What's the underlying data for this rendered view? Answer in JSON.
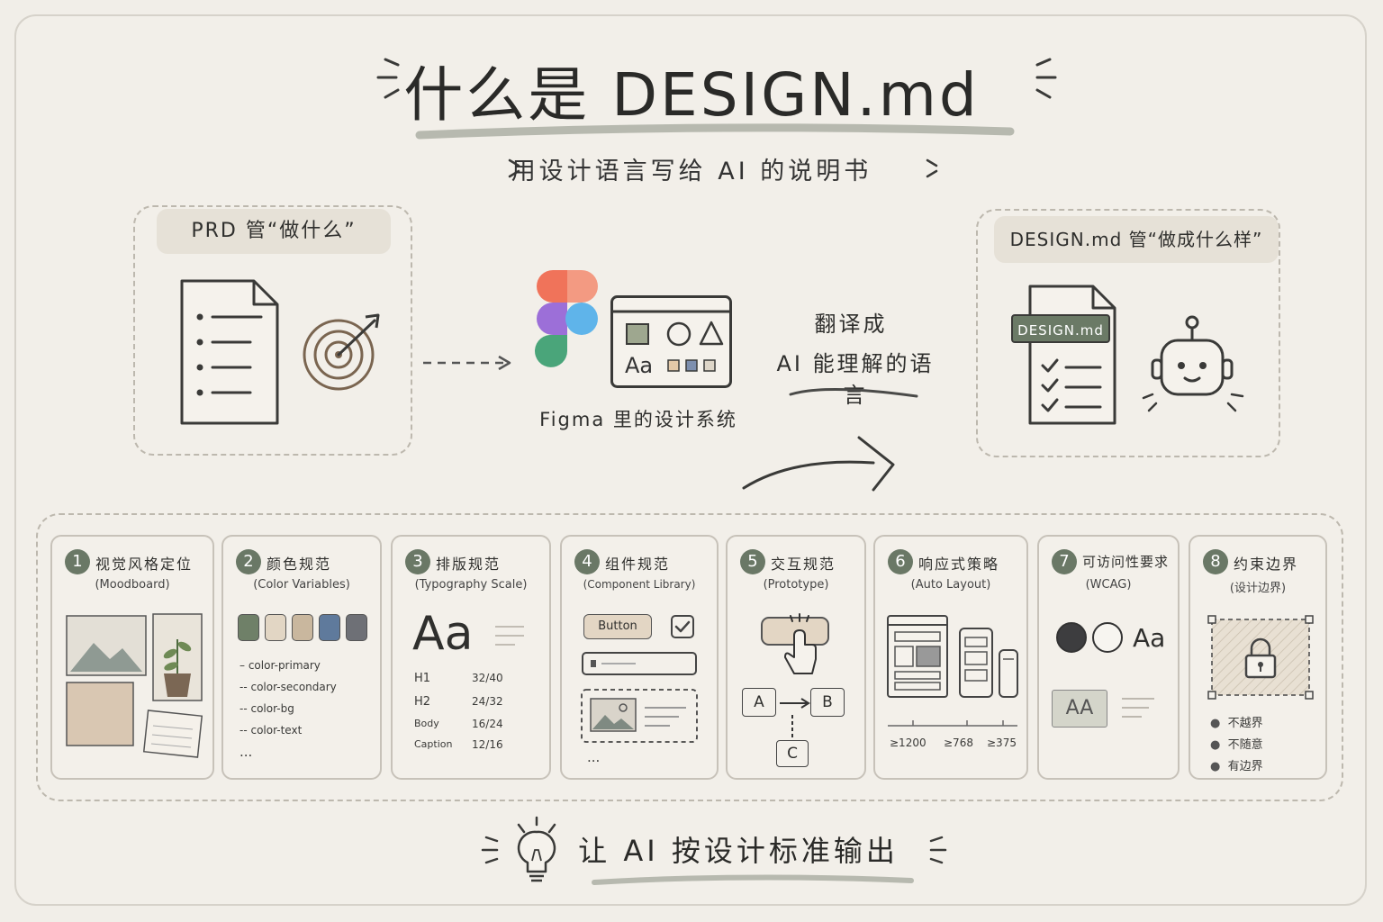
{
  "header": {
    "title": "什么是 DESIGN.md",
    "subtitle": "用设计语言写给 AI 的说明书"
  },
  "prd": {
    "label": "PRD 管“做什么”"
  },
  "figma": {
    "label": "Figma 里的设计系统",
    "aa": "Aa"
  },
  "translate": {
    "line1": "翻译成",
    "line2": "AI 能理解的语言"
  },
  "design": {
    "label": "DESIGN.md 管“做成什么样”",
    "doc_tag": "DESIGN.md"
  },
  "cards": [
    {
      "num": "1",
      "title": "视觉风格定位",
      "sub": "(Moodboard)"
    },
    {
      "num": "2",
      "title": "颜色规范",
      "sub": "(Color Variables)"
    },
    {
      "num": "3",
      "title": "排版规范",
      "sub": "(Typography Scale)"
    },
    {
      "num": "4",
      "title": "组件规范",
      "sub": "(Component Library)"
    },
    {
      "num": "5",
      "title": "交互规范",
      "sub": "(Prototype)"
    },
    {
      "num": "6",
      "title": "响应式策略",
      "sub": "(Auto Layout)"
    },
    {
      "num": "7",
      "title": "可访问性要求",
      "sub": "(WCAG)"
    },
    {
      "num": "8",
      "title": "约束边界",
      "sub": "(设计边界)"
    }
  ],
  "color_card": {
    "swatches": [
      "#6f8068",
      "#e2d6c4",
      "#c9b79e",
      "#5f7a9c",
      "#6e7076"
    ],
    "vars": [
      "color-primary",
      "color-secondary",
      "color-bg",
      "color-text"
    ],
    "ellipsis": "..."
  },
  "type_card": {
    "sample": "Aa",
    "rows": [
      {
        "name": "H1",
        "value": "32/40"
      },
      {
        "name": "H2",
        "value": "24/32"
      },
      {
        "name": "Body",
        "value": "16/24"
      },
      {
        "name": "Caption",
        "value": "12/16"
      }
    ]
  },
  "component_card": {
    "button_label": "Button",
    "ellipsis": "..."
  },
  "proto_card": {
    "a": "A",
    "b": "B",
    "c": "C"
  },
  "responsive_card": {
    "breakpoints": [
      "≥1200",
      "≥768",
      "≥375"
    ]
  },
  "a11y_card": {
    "aa_large": "Aa",
    "aa_box": "AA"
  },
  "constraint_card": {
    "items": [
      "不越界",
      "不随意",
      "有边界"
    ]
  },
  "footer": {
    "text": "让 AI 按设计标准输出"
  }
}
